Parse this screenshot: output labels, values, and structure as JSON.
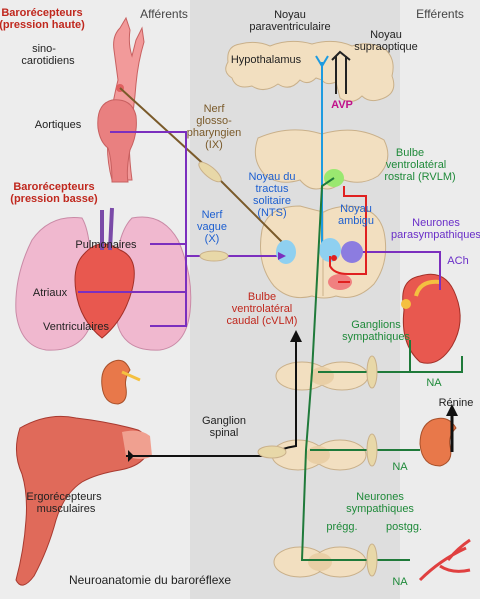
{
  "headers": {
    "afferents": "Afférents",
    "efferents": "Efférents"
  },
  "labels": {
    "baro_high_1": "Barorécepteurs",
    "baro_high_2": "(pression haute)",
    "sino_1": "sino-",
    "sino_2": "carotidiens",
    "aortic": "Aortiques",
    "baro_low_1": "Barorécepteurs",
    "baro_low_2": "(pression basse)",
    "pulmonary": "Pulmonaires",
    "atria": "Atriaux",
    "ventricular": "Ventriculaires",
    "ergo_1": "Ergorécepteurs",
    "ergo_2": "musculaires",
    "pvn_1": "Noyau",
    "pvn_2": "paraventriculaire",
    "son_1": "Noyau",
    "son_2": "supraoptique",
    "hypothalamus": "Hypothalamus",
    "avp": "AVP",
    "glosso_1": "Nerf",
    "glosso_2": "glosso-",
    "glosso_3": "pharyngien",
    "glosso_4": "(IX)",
    "nts_1": "Noyau du",
    "nts_2": "tractus",
    "nts_3": "solitaire",
    "nts_4": "(NTS)",
    "vagus_1": "Nerf",
    "vagus_2": "vague",
    "vagus_3": "(X)",
    "rvlm_1": "Bulbe",
    "rvlm_2": "ventrolatéral",
    "rvlm_3": "rostral (RVLM)",
    "ambig_1": "Noyau",
    "ambig_2": "ambigu",
    "parasym_1": "Neurones",
    "parasym_2": "parasympathiques",
    "ach": "ACh",
    "cvlm_1": "Bulbe",
    "cvlm_2": "ventrolatéral",
    "cvlm_3": "caudal (cVLM)",
    "ganglia_1": "Ganglions",
    "ganglia_2": "sympathiques",
    "na1": "NA",
    "renin": "Rénine",
    "spinal_1": "Ganglion",
    "spinal_2": "spinal",
    "na2": "NA",
    "symneur_1": "Neurones",
    "symneur_2": "sympathiques",
    "preg": "prégg.",
    "postg": "postgg.",
    "na3": "NA",
    "footer": "Neuroanatomie du baroréflexe"
  },
  "colors": {
    "afferent_purple": "#7b2fbe",
    "efferent_green": "#1f7a3a",
    "vagal_blue": "#1e9be0",
    "inhib_red": "#e02020",
    "nerve_brown": "#7a5a2a",
    "label_red": "#c0281e",
    "label_green": "#1f8a3a",
    "label_blue": "#1d5fd0",
    "label_magenta": "#c0108a",
    "label_purple": "#6a2fc8",
    "brain_tan": "#f2dfc0",
    "organ_pink": "#f29a9a",
    "panel_grey": "#dcdcdc",
    "panel_light": "#ececec"
  }
}
